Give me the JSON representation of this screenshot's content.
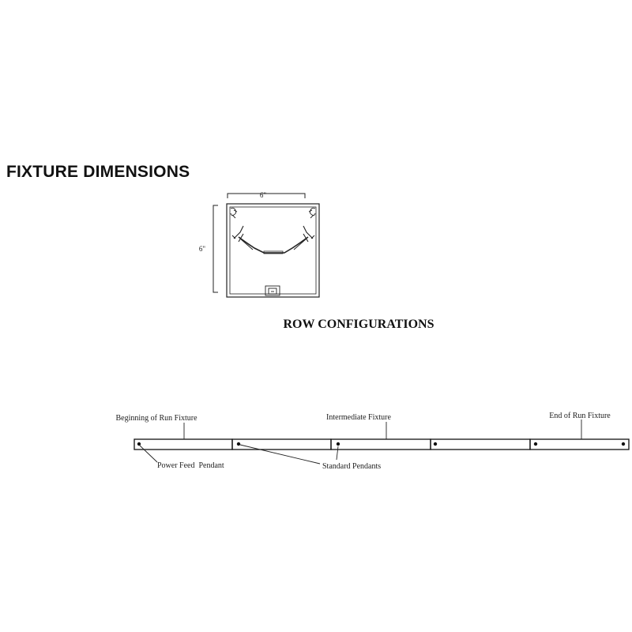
{
  "section_title": "FIXTURE DIMENSIONS",
  "fixture": {
    "width_label": "6\"",
    "height_label": "6\""
  },
  "row_title": "ROW CONFIGURATIONS",
  "row": {
    "labels": {
      "beginning": "Beginning of Run Fixture",
      "intermediate": "Intermediate Fixture",
      "end": "End of Run Fixture",
      "power_feed": "Power Feed  Pendant",
      "standard": "Standard Pendants"
    },
    "segment_count": 5
  }
}
